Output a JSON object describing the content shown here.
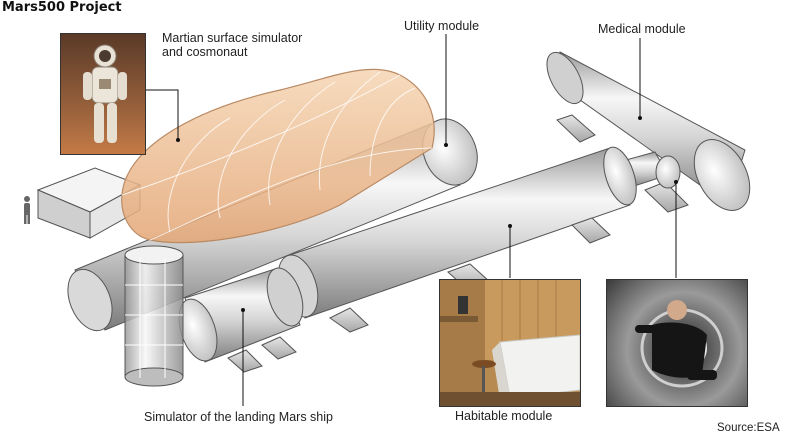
{
  "title": "Mars500 Project",
  "labels": {
    "surface": [
      "Martian surface simulator",
      "and cosmonaut"
    ],
    "utility": "Utility module",
    "medical": "Medical module",
    "landing": "Simulator of the landing Mars ship",
    "habitable": "Habitable module"
  },
  "source": "Source:ESA",
  "colors": {
    "cylinder_light": "#f4f4f4",
    "cylinder_dark": "#8e8e8e",
    "dome": "#f0c8a0",
    "dome_stroke": "#caa383"
  },
  "photos": [
    "cosmonaut-photo",
    "habitable-module-photo",
    "medical-module-photo"
  ]
}
